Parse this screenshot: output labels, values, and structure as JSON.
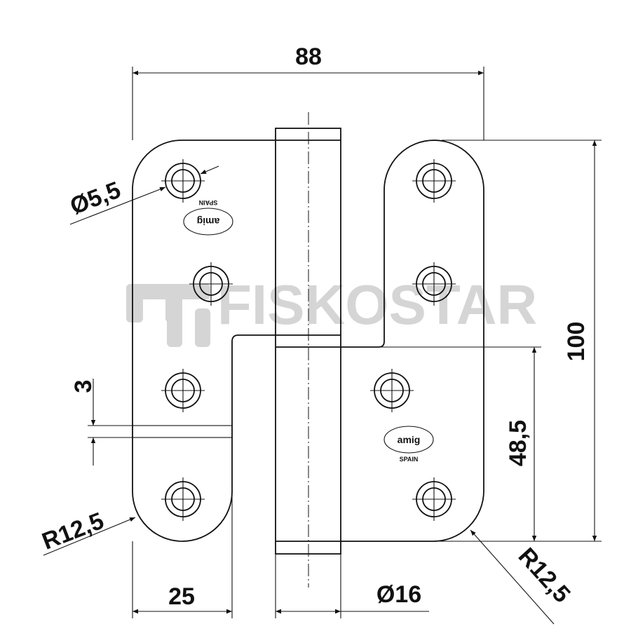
{
  "drawing": {
    "dimensions": {
      "overall_width": "88",
      "height": "100",
      "lower_leaf_height": "48,5",
      "gap": "3",
      "leaf_width": "25",
      "pin_diameter": "Ø16",
      "hole_diameter": "Ø5,5",
      "radius_left": "R12,5",
      "radius_right": "R12,5"
    },
    "marks": {
      "brand": "amig",
      "origin": "SPAIN"
    },
    "watermark": "FISKOSTAR",
    "line_color": "#111111",
    "watermark_color": "#c8c8c8"
  }
}
